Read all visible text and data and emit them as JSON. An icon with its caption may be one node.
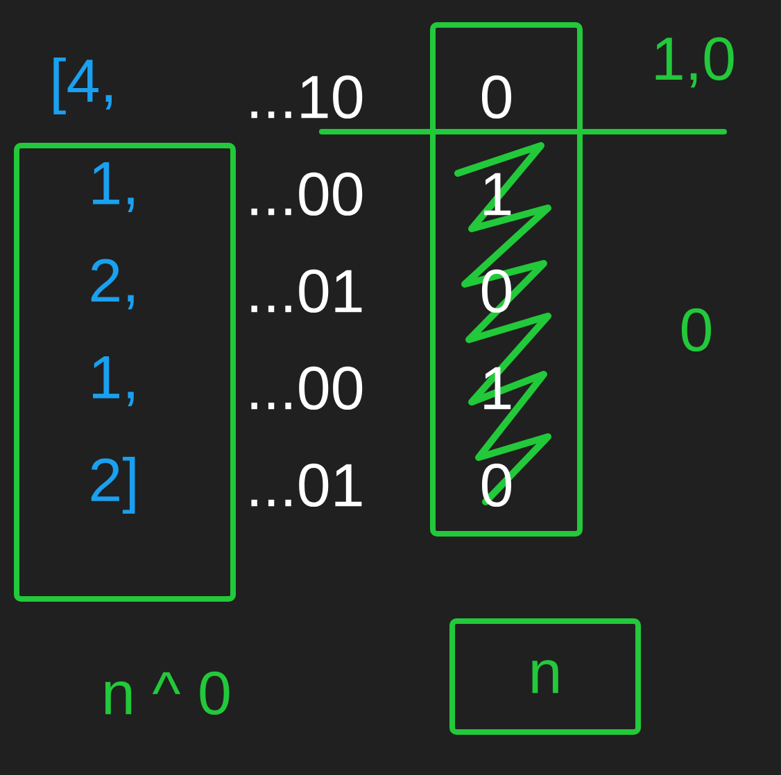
{
  "diagram": {
    "nodes": [
      {
        "text": [
          "1,",
          "2,",
          "1,",
          "2]"
        ]
      },
      {
        "text": [
          "0",
          "1",
          "0",
          "1",
          "0"
        ]
      },
      {
        "text": [
          "n"
        ]
      }
    ],
    "labels": [
      "[4,",
      "...10",
      "...00",
      "...01",
      "...00",
      "...01",
      "1,0",
      "0",
      "n ^ 0"
    ]
  }
}
